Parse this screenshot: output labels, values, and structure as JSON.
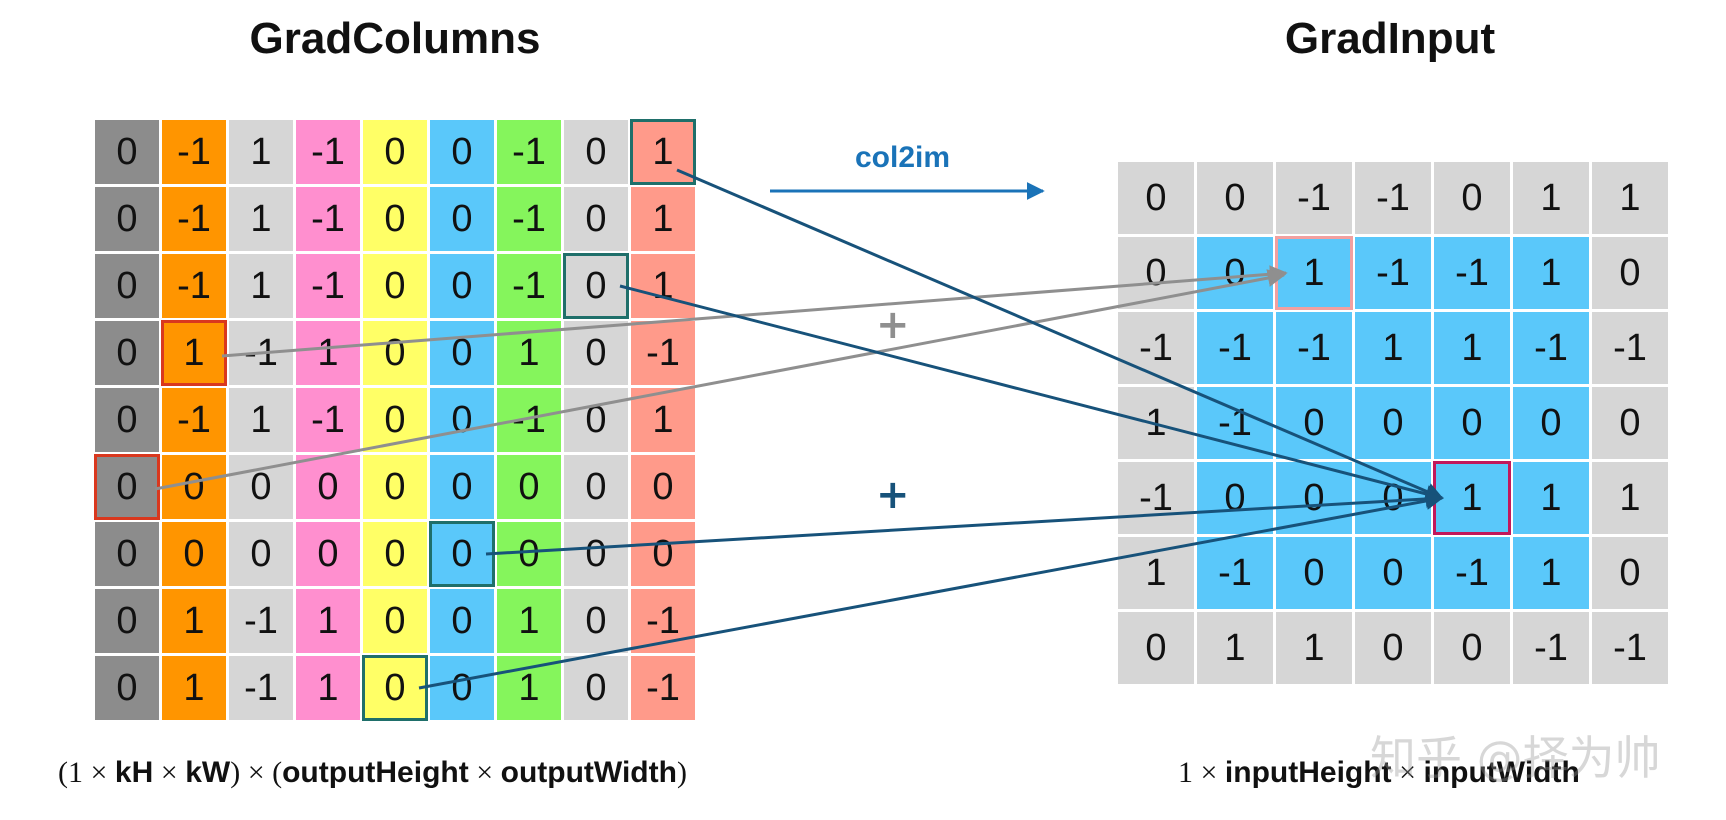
{
  "grad_columns": {
    "title": "GradColumns",
    "rows": [
      [
        "0",
        "-1",
        "1",
        "-1",
        "0",
        "0",
        "-1",
        "0",
        "1"
      ],
      [
        "0",
        "-1",
        "1",
        "-1",
        "0",
        "0",
        "-1",
        "0",
        "1"
      ],
      [
        "0",
        "-1",
        "1",
        "-1",
        "0",
        "0",
        "-1",
        "0",
        "1"
      ],
      [
        "0",
        "1",
        "-1",
        "1",
        "0",
        "0",
        "1",
        "0",
        "-1"
      ],
      [
        "0",
        "-1",
        "1",
        "-1",
        "0",
        "0",
        "-1",
        "0",
        "1"
      ],
      [
        "0",
        "0",
        "0",
        "0",
        "0",
        "0",
        "0",
        "0",
        "0"
      ],
      [
        "0",
        "0",
        "0",
        "0",
        "0",
        "0",
        "0",
        "0",
        "0"
      ],
      [
        "0",
        "1",
        "-1",
        "1",
        "0",
        "0",
        "1",
        "0",
        "-1"
      ],
      [
        "0",
        "1",
        "-1",
        "1",
        "0",
        "0",
        "1",
        "0",
        "-1"
      ]
    ],
    "column_colors": [
      "#8c8c8c",
      "#ff9500",
      "#d6d6d6",
      "#ff8fcf",
      "#ffff66",
      "#5ac8fa",
      "#85f55c",
      "#d6d6d6",
      "#ff9a8a"
    ],
    "caption": {
      "open": "(1 ×",
      "kh": "kH",
      "times1": "×",
      "kw": "kW",
      "mid": ") × (",
      "oh": "outputHeight",
      "times2": "×",
      "ow": "outputWidth",
      "close": ")"
    }
  },
  "grad_input": {
    "title": "GradInput",
    "rows": [
      [
        "0",
        "0",
        "-1",
        "-1",
        "0",
        "1",
        "1"
      ],
      [
        "0",
        "0",
        "1",
        "-1",
        "-1",
        "1",
        "0"
      ],
      [
        "-1",
        "-1",
        "-1",
        "1",
        "1",
        "-1",
        "-1"
      ],
      [
        "1",
        "-1",
        "0",
        "0",
        "0",
        "0",
        "0"
      ],
      [
        "-1",
        "0",
        "0",
        "0",
        "1",
        "1",
        "1"
      ],
      [
        "1",
        "-1",
        "0",
        "0",
        "-1",
        "1",
        "0"
      ],
      [
        "0",
        "1",
        "1",
        "0",
        "0",
        "-1",
        "-1"
      ]
    ],
    "border_color": "#d6d6d6",
    "interior_color": "#5ac8fa",
    "caption": {
      "one": "1 ×",
      "ih": "inputHeight",
      "times": "×",
      "iw": "inputWidth"
    }
  },
  "operation": {
    "label": "col2im",
    "color": "#1a73b8"
  },
  "plus_gray": "+",
  "plus_blue": "+",
  "colors": {
    "gray_arrow": "#8f8f8f",
    "blue_arrow": "#17527a",
    "red_box": "#d9381e",
    "teal_box": "#1f6f6a",
    "pink_box": "#f2a0a0",
    "magenta_box": "#c2185b"
  },
  "watermark": "知乎 @择为帅"
}
